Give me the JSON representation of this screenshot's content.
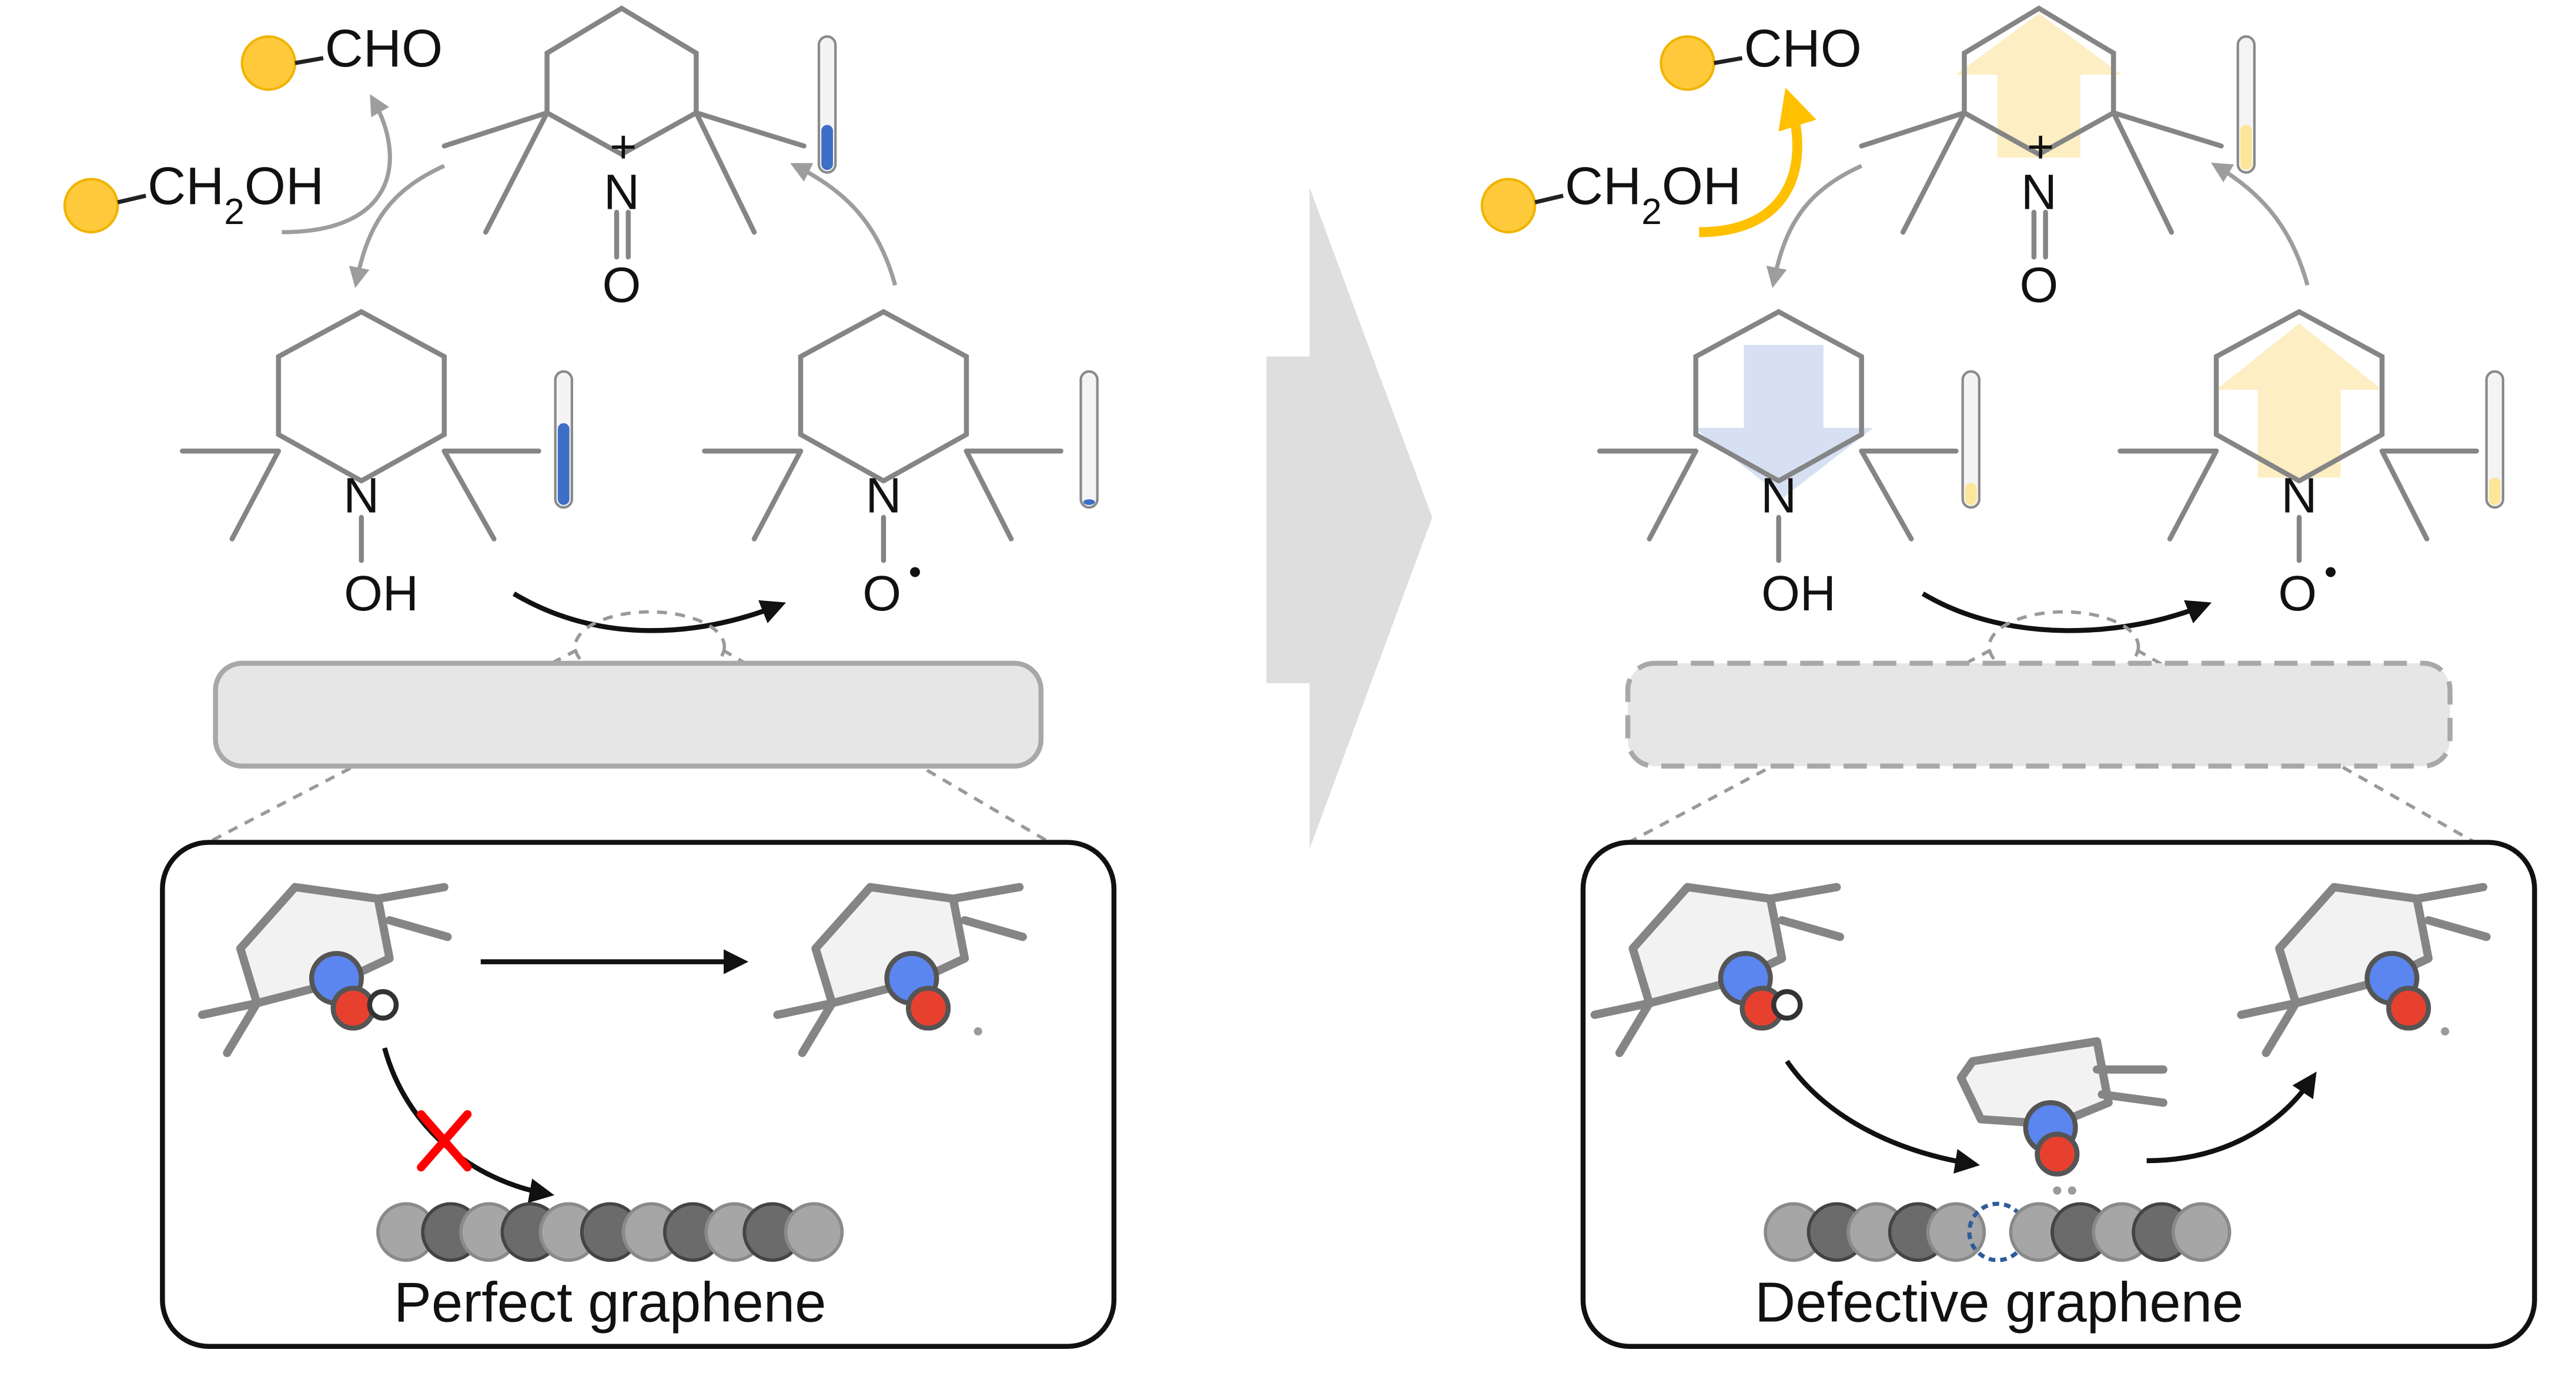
{
  "colors": {
    "bond": "#858585",
    "arrow_gray": "#9d9d9d",
    "black": "#111111",
    "substrate": "#ffc93c",
    "fill_blue": "#3e6fc7",
    "fill_yellow": "#fde69a",
    "highlight_yellow": "#ffc000",
    "shade_yellow": "#fdeec4",
    "shade_blue": "#d6e0f2",
    "cross_red": "#ff0000",
    "atom_N": "#5b86f0",
    "atom_O": "#e8402f",
    "carbon_dark": "#6b6b6b",
    "carbon_light": "#9a9a9a",
    "substrate_box": "#e6e6e6",
    "big_arrow": "#dedede"
  },
  "labels": {
    "cho": "CHO",
    "ch2oh_pre": "CH",
    "ch2oh_sub": "2",
    "ch2oh_post": "OH",
    "n_atom": "N",
    "o_atom": "O",
    "oh_group": "OH",
    "plus_charge": "+",
    "perfect_graphene": "Perfect graphene",
    "defective_graphene": "Defective graphene"
  },
  "levels": {
    "left": {
      "oxoammonium": 0.35,
      "hydroxylamine": 0.62,
      "nitroxyl": 0.06
    },
    "right": {
      "oxoammonium": 0.35,
      "hydroxylamine": 0.18,
      "nitroxyl": 0.22
    }
  }
}
